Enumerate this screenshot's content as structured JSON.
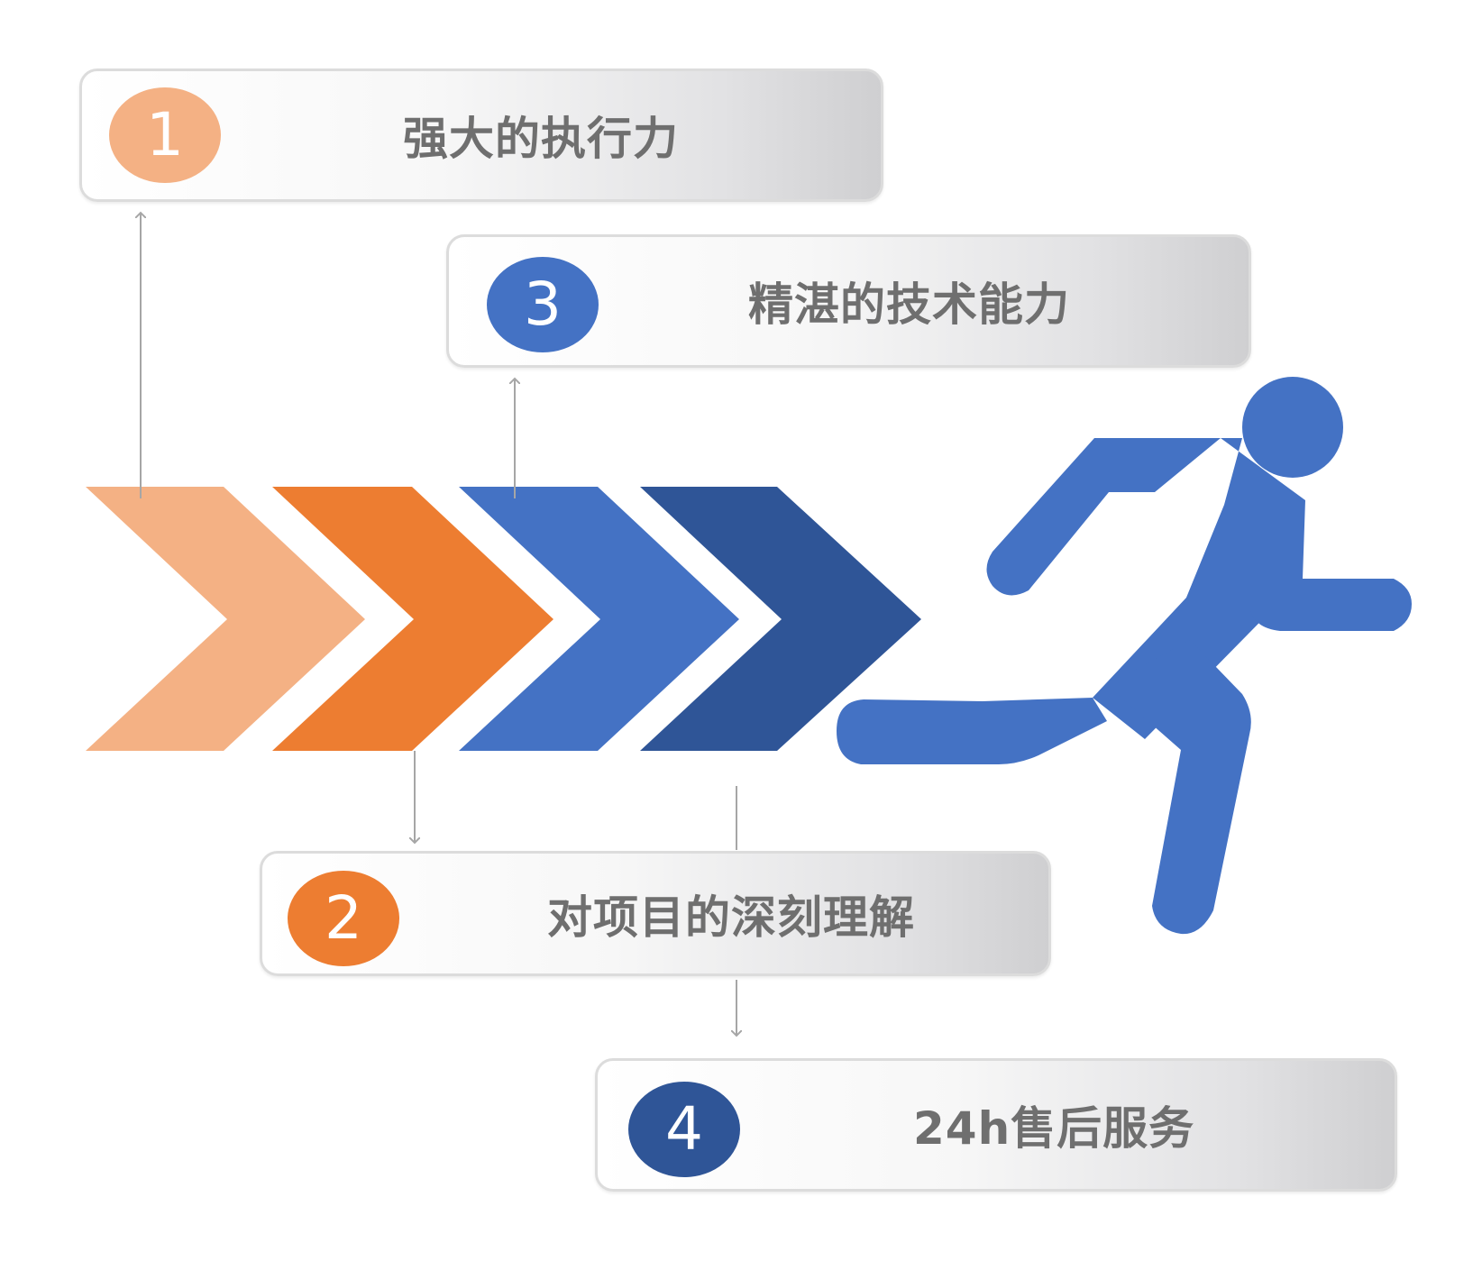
{
  "colors": {
    "light_orange": "#F4B184",
    "orange": "#ED7D31",
    "blue": "#4472C4",
    "dark_blue": "#2F5597",
    "connector": "#a6a6a6",
    "text": "#6f6f6f"
  },
  "chevrons": [
    {
      "color_key": "light_orange"
    },
    {
      "color_key": "orange"
    },
    {
      "color_key": "blue"
    },
    {
      "color_key": "dark_blue"
    }
  ],
  "steps": [
    {
      "number": "1",
      "title": "强大的执行力",
      "color": "#F4B184"
    },
    {
      "number": "2",
      "title": "对项目的深刻理解",
      "color": "#ED7D31"
    },
    {
      "number": "3",
      "title": "精湛的技术能力",
      "color": "#4472C4"
    },
    {
      "number": "4",
      "title": "24h售后服务",
      "color": "#2F5597"
    }
  ],
  "icons": {
    "runner": "running-person-icon"
  }
}
